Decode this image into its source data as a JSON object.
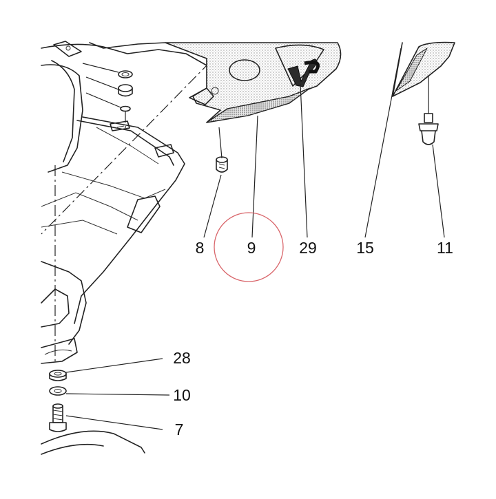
{
  "callouts": {
    "c8": "8",
    "c9": "9",
    "c29": "29",
    "c15": "15",
    "c11": "11",
    "c28": "28",
    "c10": "10",
    "c7": "7"
  },
  "logo_text": "VP",
  "colors": {
    "line": "#222222",
    "highlight_circle": "#d9666b",
    "stipple": "#b8b8b8"
  }
}
